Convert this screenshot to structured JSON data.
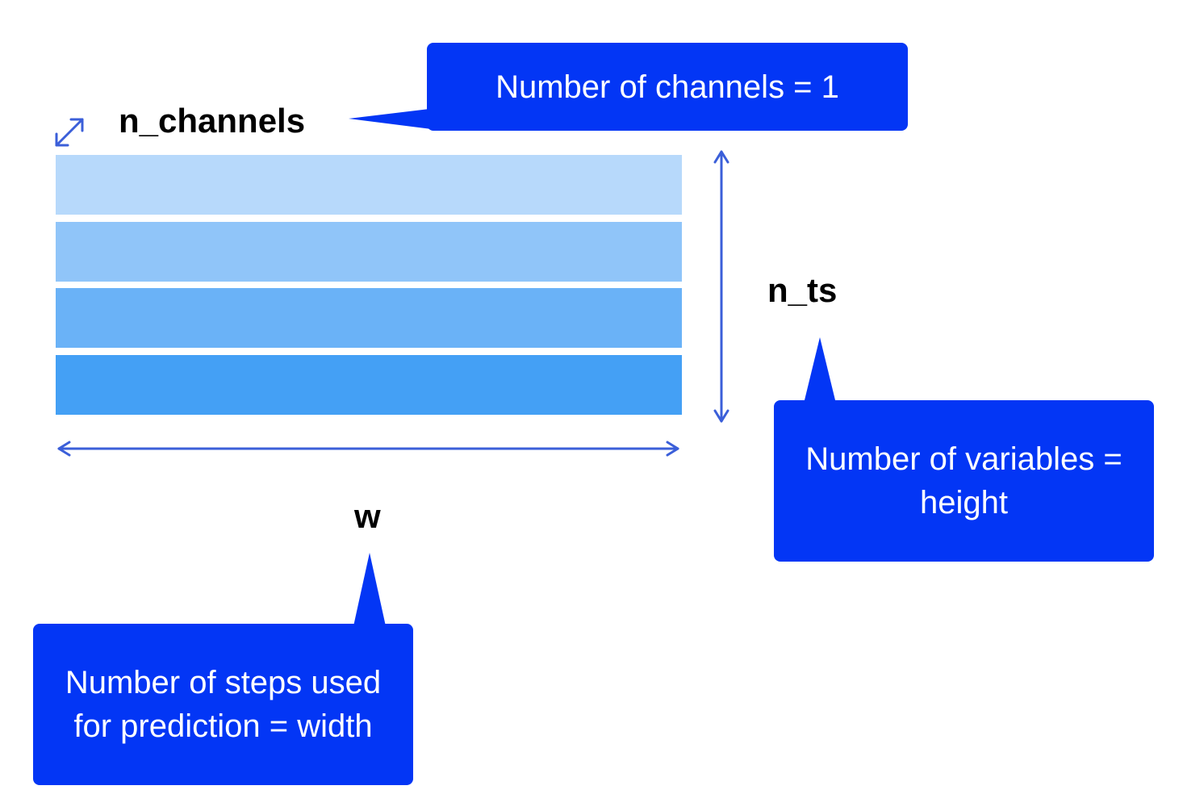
{
  "diagram": {
    "stripe_colors": [
      "#b7d9fb",
      "#90c5f9",
      "#6ab2f7",
      "#44a0f5"
    ],
    "arrow_color": "#3b5fd9",
    "callout_color": "#0336f5",
    "labels": {
      "channels": "n_channels",
      "ts": "n_ts",
      "width": "w"
    },
    "callouts": {
      "channels": {
        "line1": "Number of channels = 1"
      },
      "variables": {
        "line1": "Number of variables =",
        "line2": "height"
      },
      "steps": {
        "line1": "Number of steps used",
        "line2": "for prediction = width"
      }
    }
  }
}
